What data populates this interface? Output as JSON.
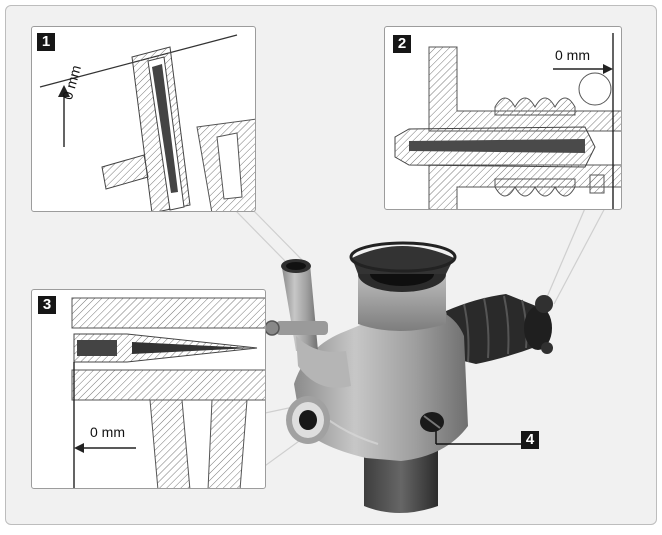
{
  "insets": [
    {
      "number": "1",
      "measure": "0 mm"
    },
    {
      "number": "2",
      "measure": "0 mm"
    },
    {
      "number": "3",
      "measure": "0 mm"
    }
  ],
  "callout": {
    "number": "4"
  },
  "colors": {
    "frame_border": "#9c9c9c",
    "label_bg": "#161616",
    "label_text": "#ffffff",
    "hatch": "#777777",
    "rubber_boot": "#262626",
    "metal_body": "#a9a9a9"
  }
}
